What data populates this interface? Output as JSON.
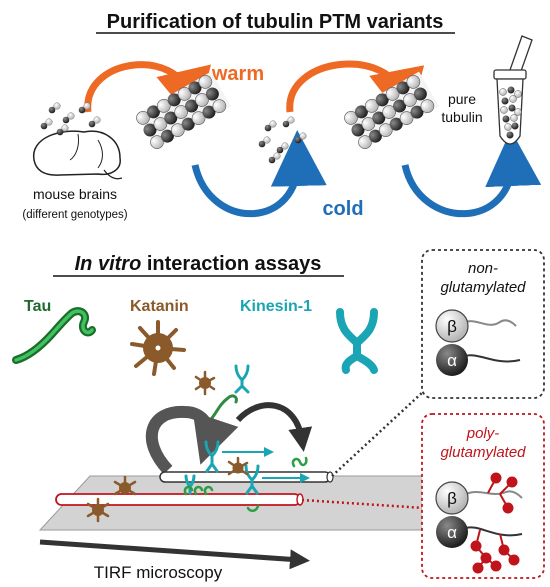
{
  "top_section": {
    "title": "Purification of tubulin PTM variants",
    "warm_label": "warm",
    "cold_label": "cold",
    "source_label": "mouse brains",
    "source_sublabel": "(different genotypes)",
    "product_line1": "pure",
    "product_line2": "tubulin"
  },
  "bottom_section": {
    "title_italic": "In vitro",
    "title_rest": " interaction assays",
    "proteins": [
      {
        "name": "Tau",
        "color": "#1f6b2e"
      },
      {
        "name": "Katanin",
        "color": "#8b5a2b"
      },
      {
        "name": "Kinesin-1",
        "color": "#1aa5b5"
      }
    ],
    "method_label": "TIRF microscopy"
  },
  "insets": {
    "non_glutamylated": {
      "line1": "non-",
      "line2": "glutamylated",
      "border_color": "#333333"
    },
    "poly_glutamylated": {
      "line1": "poly-",
      "line2": "glutamylated",
      "border_color": "#c0141c"
    },
    "beta_symbol": "β",
    "alpha_symbol": "α"
  },
  "colors": {
    "warm": "#ee6a24",
    "cold": "#1f6fb8",
    "tau": "#1f6b2e",
    "katanin": "#8b5a2b",
    "kinesin": "#1aa5b5",
    "polyglu": "#c0141c"
  }
}
